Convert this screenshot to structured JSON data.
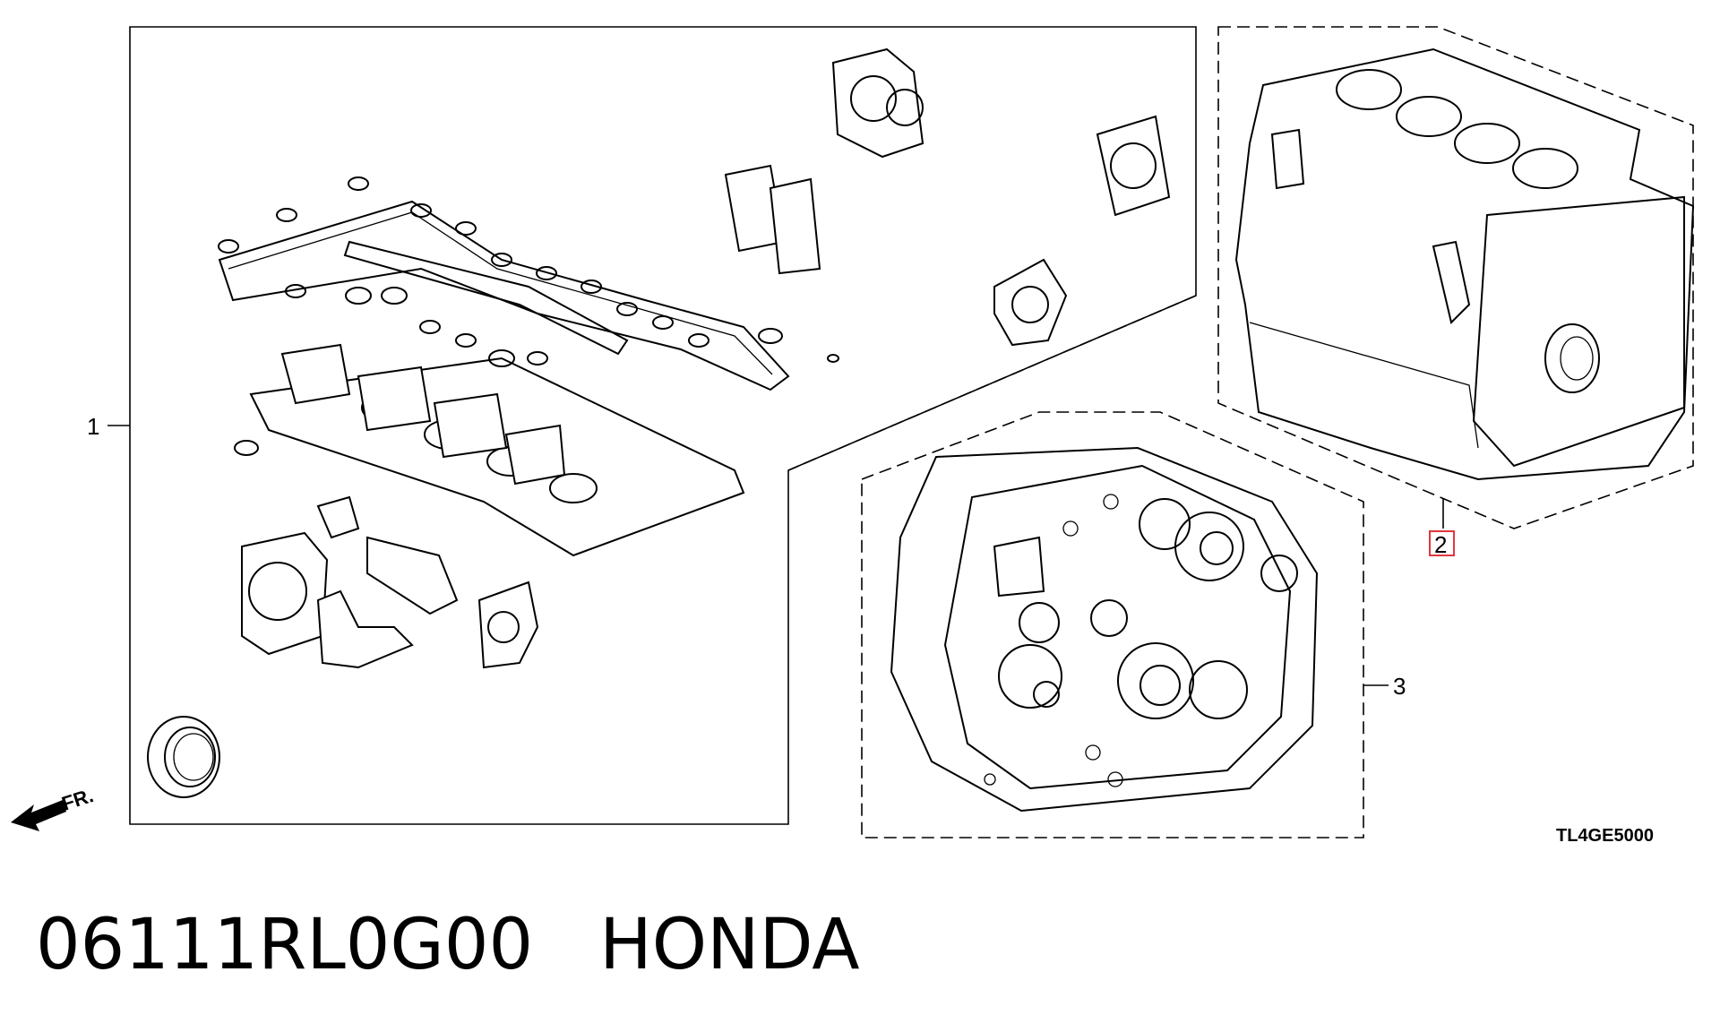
{
  "callouts": {
    "item_1": "1",
    "item_2": "2",
    "item_3": "3"
  },
  "direction_label": "FR.",
  "diagram_code": "TL4GE5000",
  "caption": {
    "part_number": "06111RL0G00",
    "brand": "HONDA"
  },
  "colors": {
    "line": "#000000",
    "highlight": "#e0202a",
    "background": "#ffffff"
  }
}
